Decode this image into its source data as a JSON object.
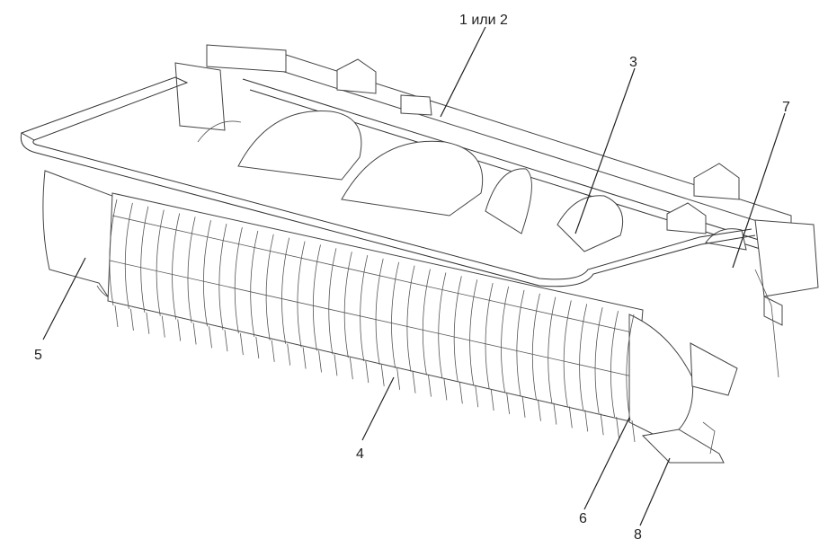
{
  "callouts": [
    {
      "id": "c12",
      "text": "1 или 2"
    },
    {
      "id": "c3",
      "text": "3"
    },
    {
      "id": "c7",
      "text": "7"
    },
    {
      "id": "c5",
      "text": "5"
    },
    {
      "id": "c4",
      "text": "4"
    },
    {
      "id": "c6",
      "text": "6"
    },
    {
      "id": "c8",
      "text": "8"
    }
  ]
}
